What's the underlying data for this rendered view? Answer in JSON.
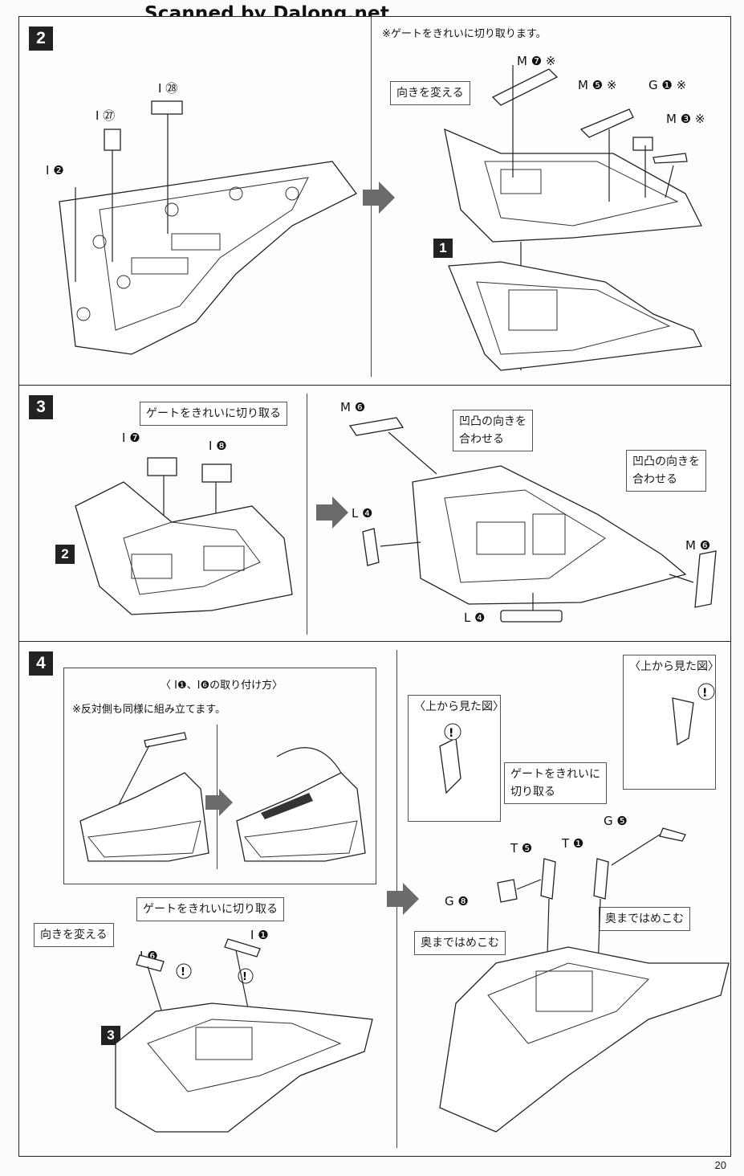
{
  "watermark": "Scanned by Dalong.net",
  "page_number": "20",
  "step2": {
    "number": "2",
    "gate_note": "※ゲートをきれいに切り取ります。",
    "labels": {
      "i28": "I ㉘",
      "i27": "I ㉗",
      "i2": "I ❷",
      "m7": "M ❼ ※",
      "m5": "M ❺ ※",
      "g1": "G ❶ ※",
      "m3": "M ❸ ※"
    },
    "orientation_note": "向きを変える",
    "sub_step": "1"
  },
  "step3": {
    "number": "3",
    "gate_note": "ゲートをきれいに切り取る",
    "labels": {
      "i7": "I ❼",
      "i8": "I ❽",
      "m6_top": "M ❻",
      "l4_left": "L ❹",
      "l4_bottom": "L ❹",
      "m6_right": "M ❻"
    },
    "align_note_1": "凹凸の向きを\n合わせる",
    "align_note_2": "凹凸の向きを\n合わせる",
    "sub_step": "2"
  },
  "step4": {
    "number": "4",
    "inset_title": "〈 I❶、I❻の取り付け方〉",
    "inset_note": "※反対側も同様に組み立てます。",
    "top_view_left": "〈上から見た図〉",
    "top_view_right": "〈上から見た図〉",
    "gate_note_right": "ゲートをきれいに\n切り取る",
    "gate_note_left": "ゲートをきれいに切り取る",
    "orientation_note": "向きを変える",
    "press_note_left": "奥まではめこむ",
    "press_note_right": "奥まではめこむ",
    "labels": {
      "i6": "I ❻",
      "i1": "I ❶",
      "g8": "G ❽",
      "t5": "T ❺",
      "t1": "T ❶",
      "g5": "G ❺"
    },
    "sub_step": "3"
  }
}
